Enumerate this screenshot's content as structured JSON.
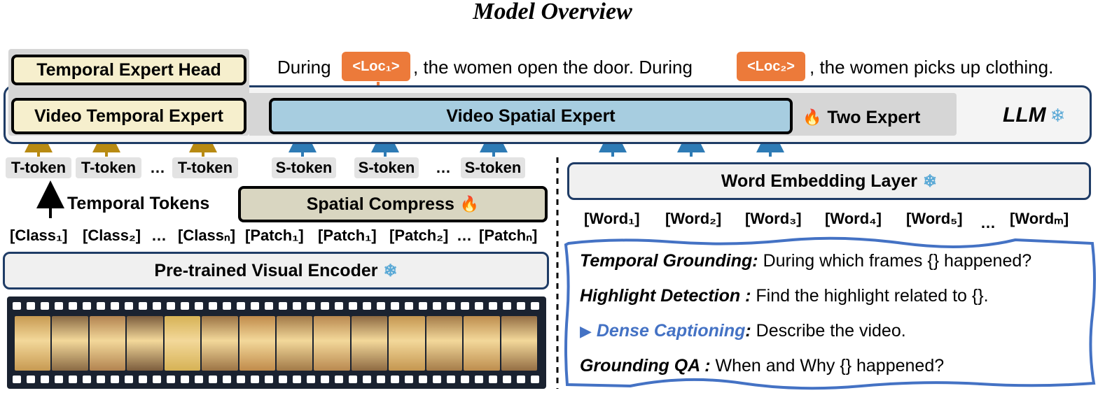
{
  "title": "Model Overview",
  "sentence": {
    "part1": "During",
    "loc1": "<Loc₁>",
    "part2": ",  the women open the door. During",
    "loc2": "<Loc₂>",
    "part3": ", the women picks up clothing."
  },
  "llm": {
    "label": "LLM",
    "temporal_head": "Temporal Expert Head",
    "temporal_expert": "Video Temporal Expert",
    "spatial_expert": "Video Spatial Expert",
    "two_expert": "Two Expert"
  },
  "tokens": {
    "t_token": "T-token",
    "s_token": "S-token",
    "ellipsis": "…"
  },
  "temporal_tokens_label": "Temporal Tokens",
  "spatial_compress": "Spatial Compress",
  "encoder_inputs": {
    "class1": "[Class₁]",
    "class2": "[Class₂]",
    "classn": "[Classₙ]",
    "patch1a": "[Patch₁]",
    "patch1b": "[Patch₁]",
    "patch2": "[Patch₂]",
    "patchn": "[Patchₙ]"
  },
  "visual_encoder": "Pre-trained Visual Encoder",
  "word_embedding": "Word Embedding Layer",
  "words": [
    "[Word₁]",
    "[Word₂]",
    "[Word₃]",
    "[Word₄]",
    "[Word₅]",
    "[Wordₘ]"
  ],
  "tasks": [
    {
      "name": "Temporal Grounding:",
      "text": " During which frames {} happened?"
    },
    {
      "name": "Highlight Detection :",
      "text": "  Find the highlight related to {}."
    },
    {
      "name": "Dense Captioning",
      "colon": ":",
      "text": " Describe the video."
    },
    {
      "name": "Grounding QA :",
      "text": "  When and Why {} happened?"
    }
  ],
  "colors": {
    "gold_arrow": "#b88a12",
    "blue_arrow": "#2e7bb5",
    "orange": "#ec7a3a",
    "navy": "#1f3c66",
    "accent_blue": "#4472c4"
  }
}
